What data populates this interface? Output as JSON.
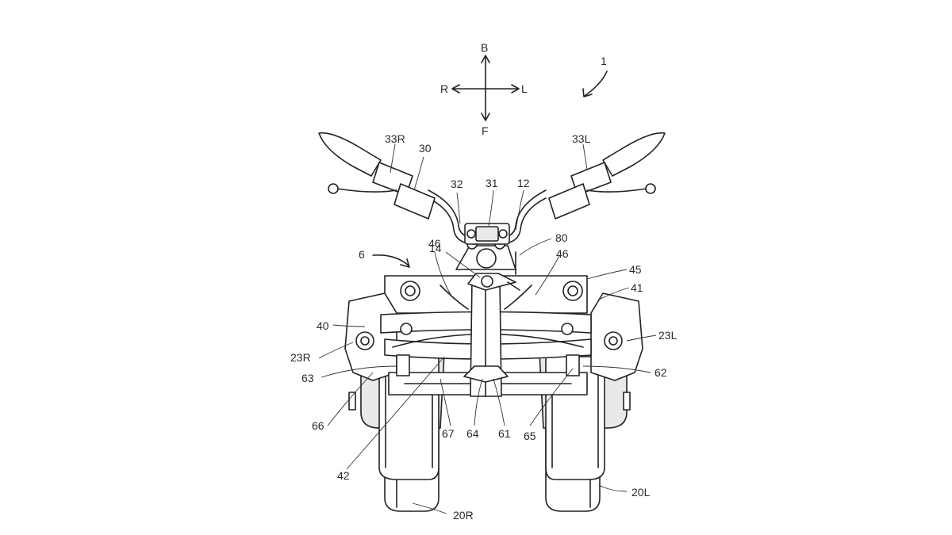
{
  "compass": {
    "up": "B",
    "down": "F",
    "left": "R",
    "right": "L"
  },
  "labels": {
    "vehicle": "1",
    "handlebar": "30",
    "handle_post": "31",
    "handle_clamp": "32",
    "grip_right": "33R",
    "grip_left": "33L",
    "steering_shaft": "12",
    "head_tube": "14",
    "link_mechanism": "6",
    "sensor": "80",
    "bracket_left_top": "46",
    "bracket_right_top": "46",
    "support_left": "45",
    "side_member_left": "41",
    "side_member_right": "40",
    "cover_left": "23L",
    "cover_right": "23R",
    "lower_cross_member": "42",
    "resistor_right": "63",
    "resistor_left": "62",
    "arm_right": "66",
    "arm_center_right": "67",
    "arm_center": "64",
    "pivot_center": "61",
    "arm_left": "65",
    "wheel_right": "20R",
    "wheel_left": "20L"
  }
}
